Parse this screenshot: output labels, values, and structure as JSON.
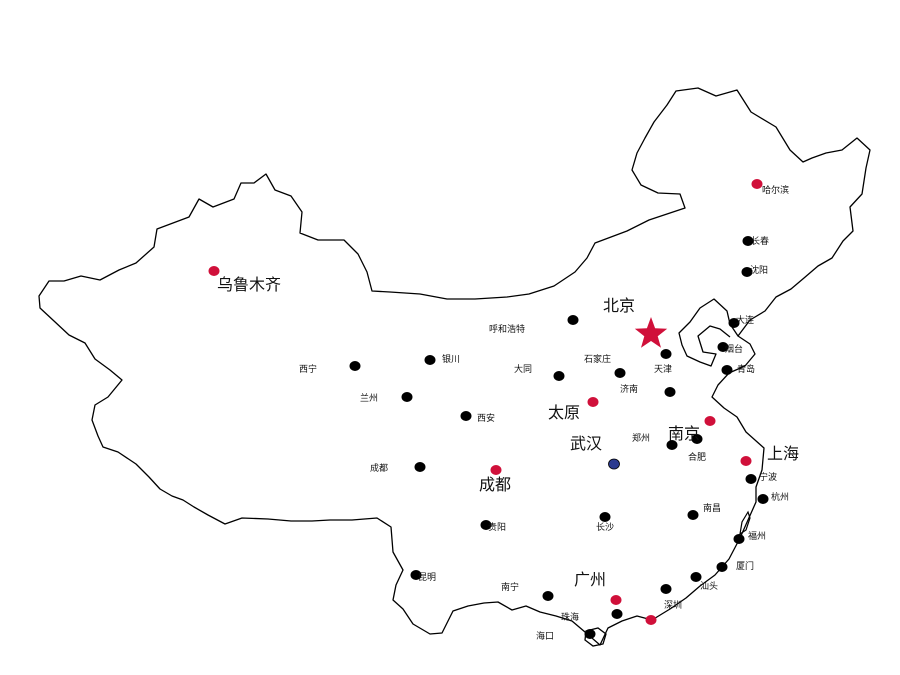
{
  "map": {
    "colors": {
      "outline": "#000000",
      "major_city": "#d0103a",
      "minor_city": "#000000",
      "wuhan": "#2b3a8f",
      "capital_star": "#d0103a"
    },
    "capital": {
      "label": "北京",
      "icon": "red-star-icon"
    },
    "cities": [
      {
        "id": "urumqi",
        "label": "乌鲁木齐",
        "type": "major"
      },
      {
        "id": "harbin",
        "label": "哈尔滨",
        "type": "major"
      },
      {
        "id": "changchun",
        "label": "长春",
        "type": "minor"
      },
      {
        "id": "shenyang",
        "label": "沈阳",
        "type": "minor"
      },
      {
        "id": "dalian",
        "label": "大连",
        "type": "minor"
      },
      {
        "id": "yantai",
        "label": "烟台",
        "type": "minor"
      },
      {
        "id": "qingdao",
        "label": "青岛",
        "type": "minor"
      },
      {
        "id": "tianjin",
        "label": "天津",
        "type": "minor"
      },
      {
        "id": "hohhot",
        "label": "呼和浩特",
        "type": "minor"
      },
      {
        "id": "shijiazhuang",
        "label": "石家庄",
        "type": "minor"
      },
      {
        "id": "datong",
        "label": "大同",
        "type": "minor"
      },
      {
        "id": "jinan",
        "label": "济南",
        "type": "minor"
      },
      {
        "id": "taiyuan",
        "label": "太原",
        "type": "major"
      },
      {
        "id": "zhengzhou",
        "label": "郑州",
        "type": "minor"
      },
      {
        "id": "nanjing",
        "label": "南京",
        "type": "major"
      },
      {
        "id": "hefei",
        "label": "合肥",
        "type": "minor"
      },
      {
        "id": "wuhan",
        "label": "武汉",
        "type": "wuhan"
      },
      {
        "id": "shanghai",
        "label": "上海",
        "type": "major"
      },
      {
        "id": "ningbo",
        "label": "宁波",
        "type": "minor"
      },
      {
        "id": "hangzhou",
        "label": "杭州",
        "type": "minor"
      },
      {
        "id": "nanchang",
        "label": "南昌",
        "type": "minor"
      },
      {
        "id": "fuzhou",
        "label": "福州",
        "type": "minor"
      },
      {
        "id": "xiamen",
        "label": "厦门",
        "type": "minor"
      },
      {
        "id": "shantou",
        "label": "汕头",
        "type": "minor"
      },
      {
        "id": "shenzhen",
        "label": "深圳",
        "type": "minor"
      },
      {
        "id": "guangzhou",
        "label": "广州",
        "type": "major"
      },
      {
        "id": "zhuhai",
        "label": "珠海",
        "type": "minor"
      },
      {
        "id": "haikou",
        "label": "海口",
        "type": "minor"
      },
      {
        "id": "nanning",
        "label": "南宁",
        "type": "minor"
      },
      {
        "id": "changsha",
        "label": "长沙",
        "type": "minor"
      },
      {
        "id": "guiyang",
        "label": "贵阳",
        "type": "minor"
      },
      {
        "id": "kunming",
        "label": "昆明",
        "type": "minor"
      },
      {
        "id": "chengdu_major",
        "label": "成都",
        "type": "major"
      },
      {
        "id": "chengdu_minor",
        "label": "成都",
        "type": "minor"
      },
      {
        "id": "xian",
        "label": "西安",
        "type": "minor"
      },
      {
        "id": "lanzhou",
        "label": "兰州",
        "type": "minor"
      },
      {
        "id": "yinchuan",
        "label": "银川",
        "type": "minor"
      },
      {
        "id": "xining",
        "label": "西宁",
        "type": "minor"
      },
      {
        "id": "hongkong",
        "label": "",
        "type": "major"
      }
    ]
  }
}
